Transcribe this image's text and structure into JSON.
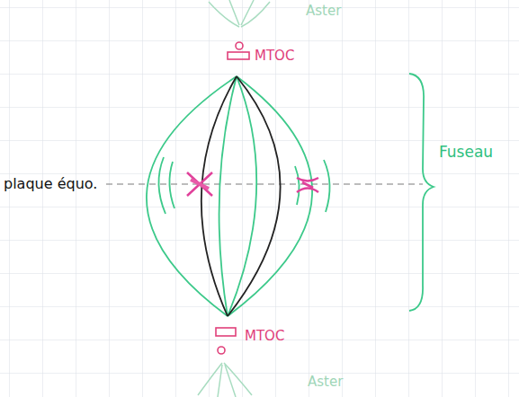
{
  "diagram": {
    "labels": [
      "Aster",
      "MTOC",
      "plaque équo.",
      "Fuseau",
      "MTOC",
      "Aster"
    ]
  }
}
